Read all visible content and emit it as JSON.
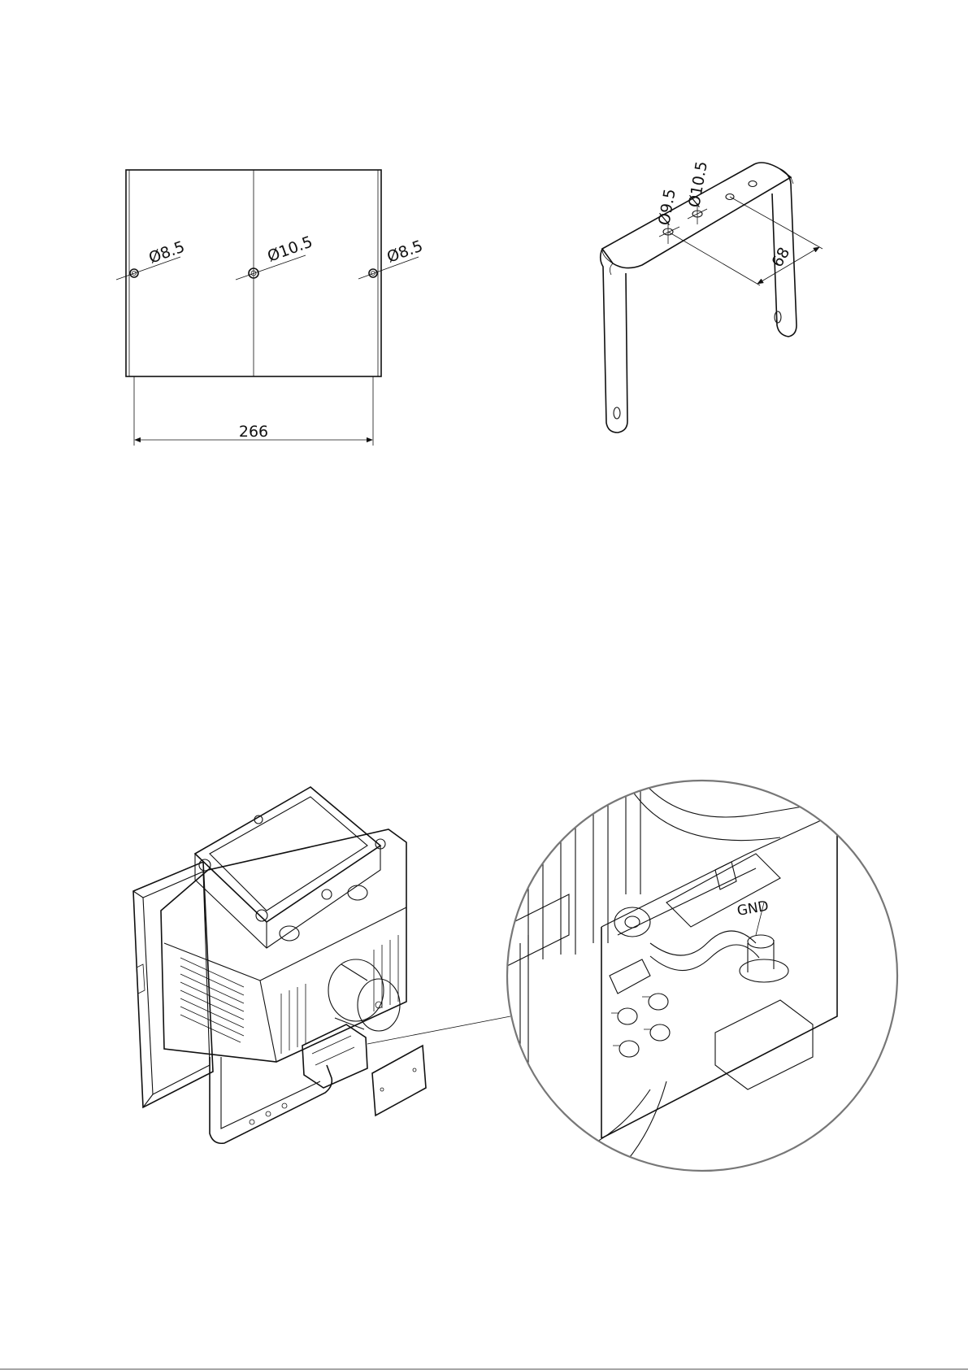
{
  "front_view": {
    "hole_left_label": "Ø8.5",
    "hole_center_label": "Ø10.5",
    "hole_right_label": "Ø8.5",
    "width_label": "266"
  },
  "bracket_view": {
    "hole_small_label": "Ø9.5",
    "hole_large_label": "Ø10.5",
    "spacing_label": "68"
  },
  "detail_view": {
    "terminal_label": "GND"
  },
  "colors": {
    "line": "#111111",
    "detail_circle": "#777777",
    "background": "#ffffff"
  }
}
